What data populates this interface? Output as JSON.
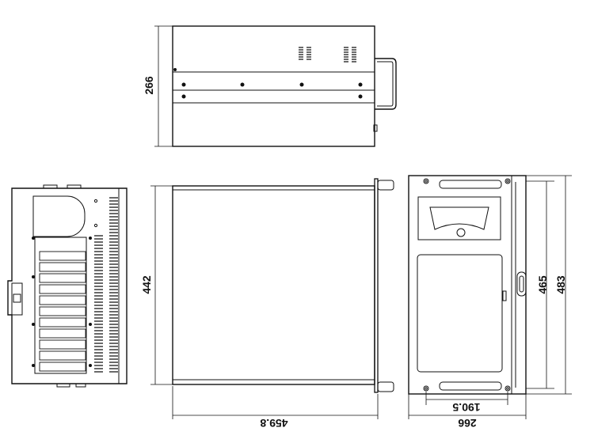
{
  "dimensions": {
    "top_height": "266",
    "front_height": "442",
    "front_width": "459.8",
    "right_height_inner": "465",
    "right_height_outer": "483",
    "right_width_inner": "190.5",
    "right_width_outer": "266"
  }
}
